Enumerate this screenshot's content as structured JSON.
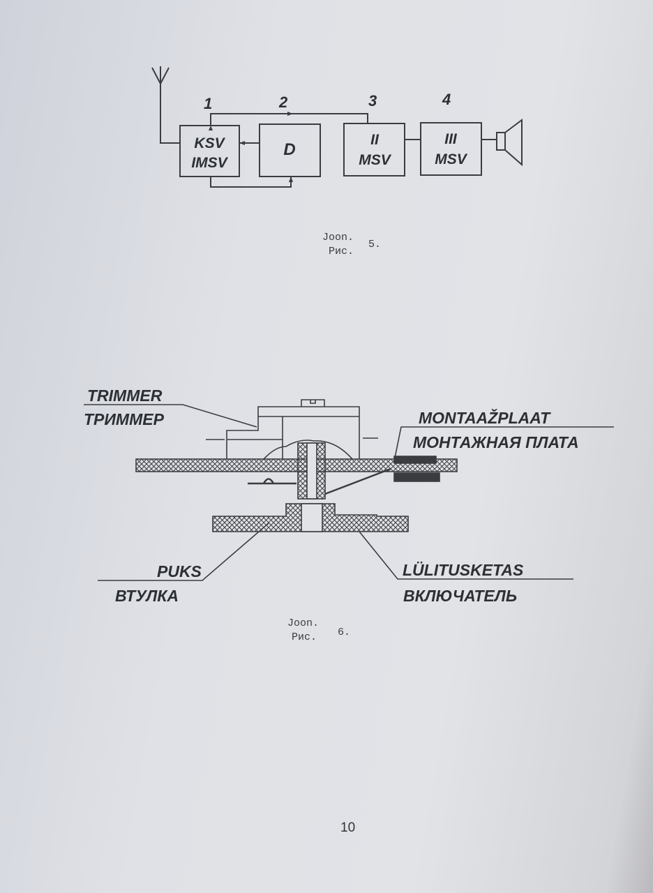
{
  "figure5": {
    "blocks": [
      {
        "number": "1",
        "line1": "KSV",
        "line2": "IMSV"
      },
      {
        "number": "2",
        "line1": "D",
        "line2": ""
      },
      {
        "number": "3",
        "line1": "II",
        "line2": "MSV"
      },
      {
        "number": "4",
        "line1": "III",
        "line2": "MSV"
      }
    ],
    "caption": {
      "line1": "Joon.",
      "line2": "Рис.",
      "number": "5."
    }
  },
  "figure6": {
    "labels": {
      "trimmer_et": "TRIMMER",
      "trimmer_ru": "ТРИММЕР",
      "board_et": "MONTAAŽPLAAT",
      "board_ru": "МОНТАЖНАЯ ПЛАТА",
      "bushing_et": "PUKS",
      "bushing_ru": "ВТУЛКА",
      "switch_et": "LÜLITUSKETAS",
      "switch_ru": "ВКЛЮЧАТЕЛЬ"
    },
    "caption": {
      "line1": "Joon.",
      "line2": "Рис.",
      "number": "6."
    }
  },
  "page_number": "10"
}
